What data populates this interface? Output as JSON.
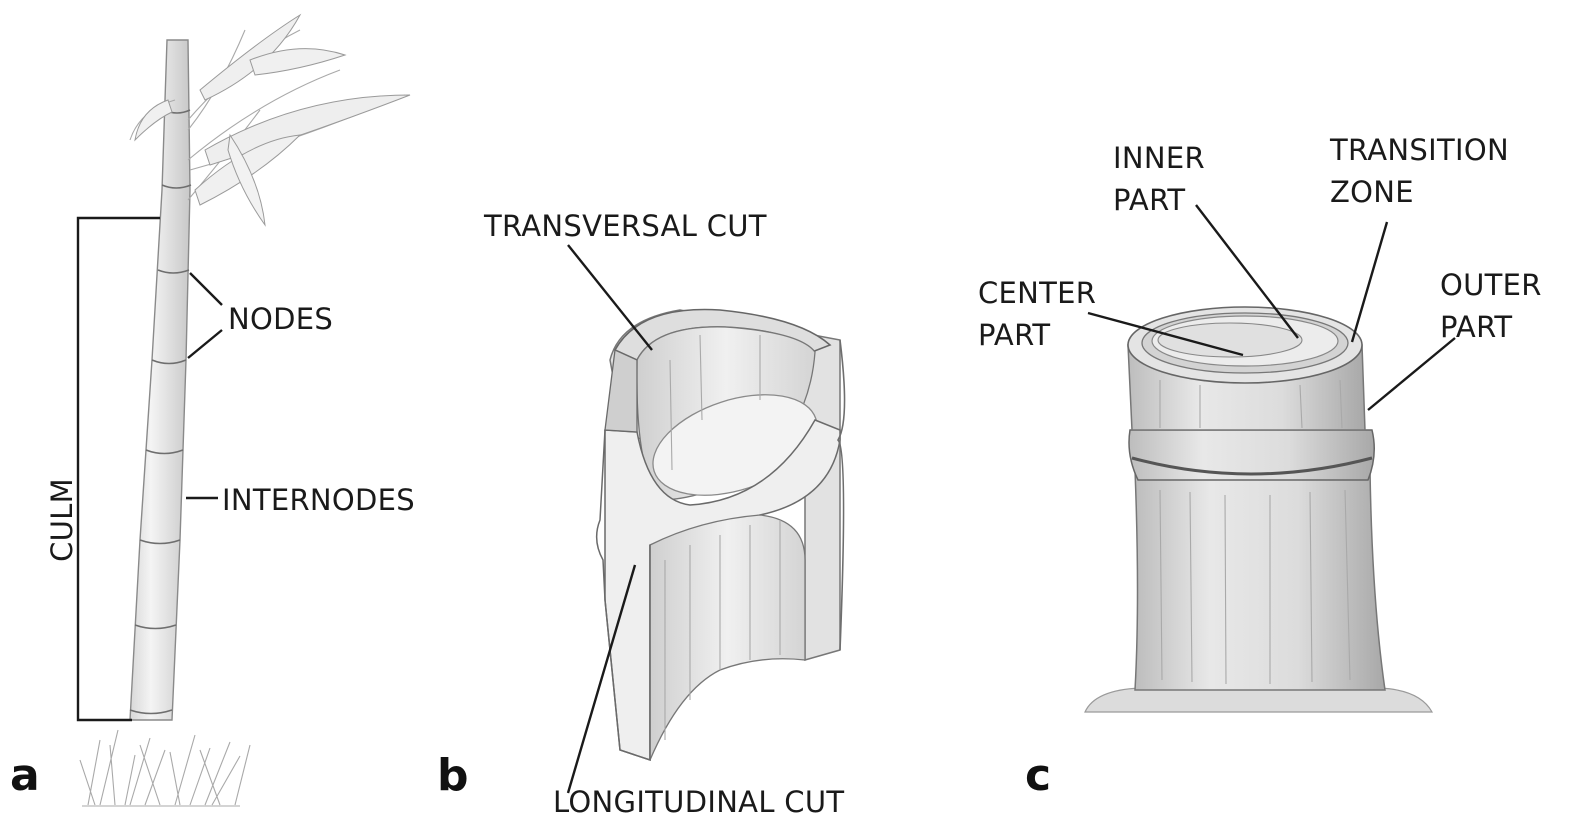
{
  "panels": {
    "a": {
      "letter": "a",
      "labels": {
        "culm": "CULM",
        "nodes": "NODES",
        "internodes": "INTERNODES"
      }
    },
    "b": {
      "letter": "b",
      "labels": {
        "transversal_cut": "TRANSVERSAL CUT",
        "longitudinal_cut": "LONGITUDINAL CUT"
      }
    },
    "c": {
      "letter": "c",
      "labels": {
        "inner_part": [
          "INNER",
          "PART"
        ],
        "transition_zone": [
          "TRANSITION",
          "ZONE"
        ],
        "center_part": [
          "CENTER",
          "PART"
        ],
        "outer_part": [
          "OUTER",
          "PART"
        ]
      }
    }
  },
  "colors": {
    "ink": "#1a1a1a",
    "pencil": "#6e6e6e",
    "shade": "#d9d9d9"
  }
}
